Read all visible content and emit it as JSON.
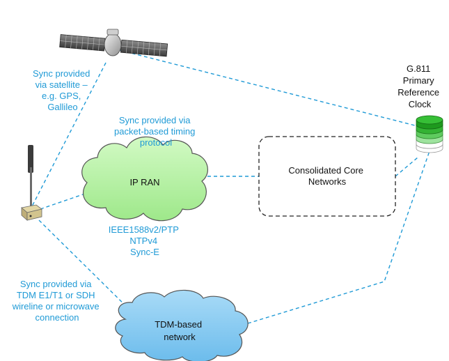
{
  "diagram": {
    "satellite_label": [
      "Sync provided",
      "via satellite –",
      "e.g. GPS,",
      "Gallileo"
    ],
    "packet_label": [
      "Sync provided via",
      "packet-based timing",
      "protocol"
    ],
    "clock_label": [
      "G.811",
      "Primary",
      "Reference",
      "Clock"
    ],
    "ip_ran": "IP RAN",
    "core_label": [
      "Consolidated Core",
      "Networks"
    ],
    "protocols": [
      "IEEE1588v2/PTP",
      "NTPv4",
      "Sync-E"
    ],
    "tdm_label": [
      "Sync provided via",
      "TDM E1/T1 or SDH",
      "wireline or microwave",
      "connection"
    ],
    "tdm_network": [
      "TDM-based",
      "network"
    ]
  },
  "colors": {
    "link": "#1f9ad6",
    "ip_cloud": "#b9f5a8",
    "tdm_cloud": "#8ecdf2",
    "clock_green": "#2bb52b",
    "label_blue": "#1f9ad6"
  },
  "icons": [
    "satellite-icon",
    "cell-tower-icon",
    "primary-clock-icon"
  ]
}
